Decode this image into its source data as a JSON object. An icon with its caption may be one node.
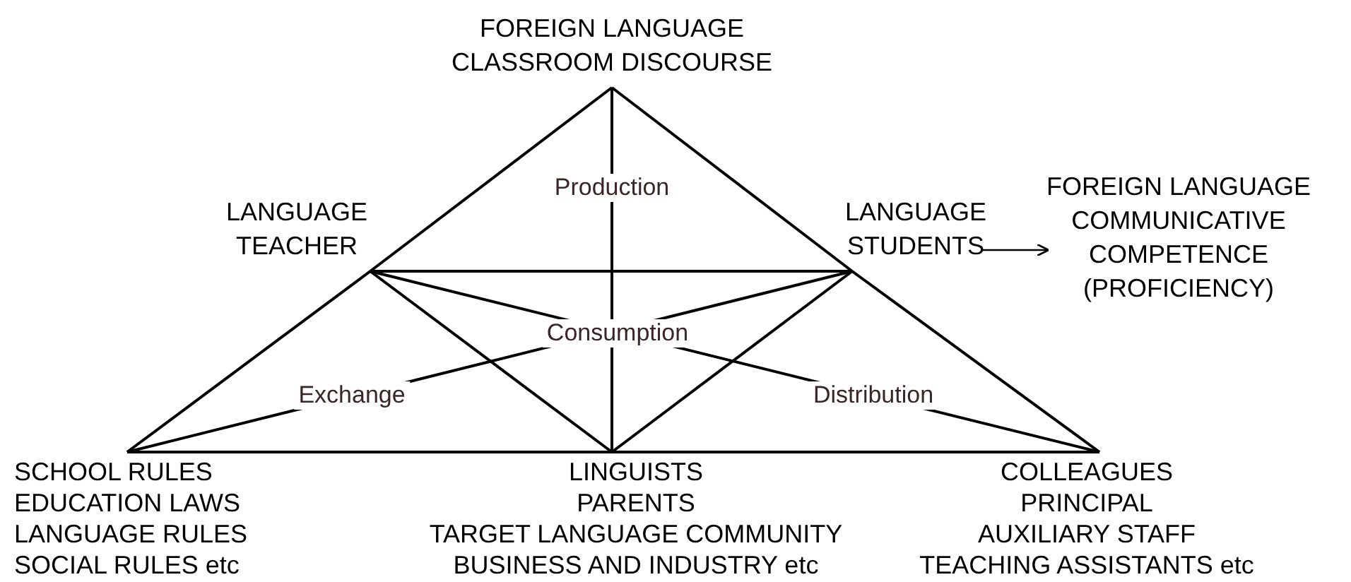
{
  "diagram": {
    "nodes": [
      {
        "text": [
          "FOREIGN LANGUAGE CLASSROOM DISCOURSE"
        ]
      },
      {
        "text": [
          "LANGUAGE TEACHER"
        ]
      },
      {
        "text": [
          "LANGUAGE STUDENTS"
        ]
      },
      {
        "text": [
          "FOREIGN LANGUAGE COMMUNICATIVE COMPETENCE (PROFICIENCY)"
        ]
      },
      {
        "text": [
          "SCHOOL RULES",
          "EDUCATION LAWS",
          "LANGUAGE RULES",
          "SOCIAL RULES etc"
        ]
      },
      {
        "text": [
          "LINGUISTS",
          "PARENTS",
          "TARGET LANGUAGE COMMUNITY",
          "BUSINESS AND INDUSTRY etc"
        ]
      },
      {
        "text": [
          "COLLEAGUES",
          "PRINCIPAL",
          "AUXILIARY STAFF",
          "TEACHING ASSISTANTS etc"
        ]
      }
    ],
    "edges": [
      {
        "from": 0,
        "to": 1,
        "arrow": "none"
      },
      {
        "from": 1,
        "to": 4,
        "arrow": "none"
      },
      {
        "from": 0,
        "to": 2,
        "arrow": "none"
      },
      {
        "from": 2,
        "to": 6,
        "arrow": "none"
      },
      {
        "from": 1,
        "to": 2,
        "arrow": "none"
      },
      {
        "from": 0,
        "to": 5,
        "arrow": "none",
        "label": "Production"
      },
      {
        "from": 1,
        "to": 5,
        "arrow": "none"
      },
      {
        "from": 2,
        "to": 5,
        "arrow": "none"
      },
      {
        "from": 4,
        "to": 5,
        "arrow": "none"
      },
      {
        "from": 5,
        "to": 6,
        "arrow": "none"
      },
      {
        "from": 4,
        "to": 2,
        "arrow": "none",
        "label": "Exchange"
      },
      {
        "from": 6,
        "to": 1,
        "arrow": "none",
        "label": "Distribution"
      },
      {
        "from": 2,
        "to": 3,
        "arrow": "to"
      }
    ],
    "labels": [
      "Consumption"
    ]
  }
}
